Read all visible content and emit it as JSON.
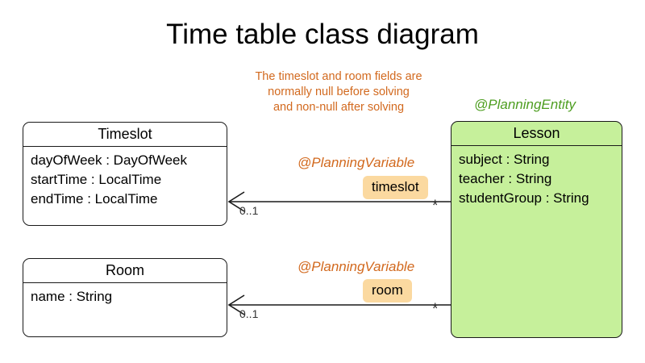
{
  "title": "Time table class diagram",
  "note": {
    "lines": [
      "The timeslot and room fields are",
      "normally null before solving",
      "and non-null after solving"
    ],
    "color": "#D2691E"
  },
  "colors": {
    "entity_fill": "#C6F09B",
    "entity_stereotype": "#4E9E21",
    "variable_stereotype": "#D2691E",
    "badge_fill": "#FBD9A0",
    "border": "#1a1a1a",
    "background": "#ffffff"
  },
  "classes": [
    {
      "id": "timeslot",
      "name": "Timeslot",
      "stereotype": null,
      "fields": [
        "dayOfWeek : DayOfWeek",
        "startTime : LocalTime",
        "endTime : LocalTime"
      ]
    },
    {
      "id": "room",
      "name": "Room",
      "stereotype": null,
      "fields": [
        "name : String"
      ]
    },
    {
      "id": "lesson",
      "name": "Lesson",
      "stereotype": "@PlanningEntity",
      "fields": [
        "subject : String",
        "teacher : String",
        "studentGroup : String"
      ]
    }
  ],
  "associations": [
    {
      "id": "lesson-timeslot",
      "stereotype": "@PlanningVariable",
      "role": "timeslot",
      "source": "Lesson",
      "target": "Timeslot",
      "source_multiplicity": "*",
      "target_multiplicity": "0..1"
    },
    {
      "id": "lesson-room",
      "stereotype": "@PlanningVariable",
      "role": "room",
      "source": "Lesson",
      "target": "Room",
      "source_multiplicity": "*",
      "target_multiplicity": "0..1"
    }
  ]
}
